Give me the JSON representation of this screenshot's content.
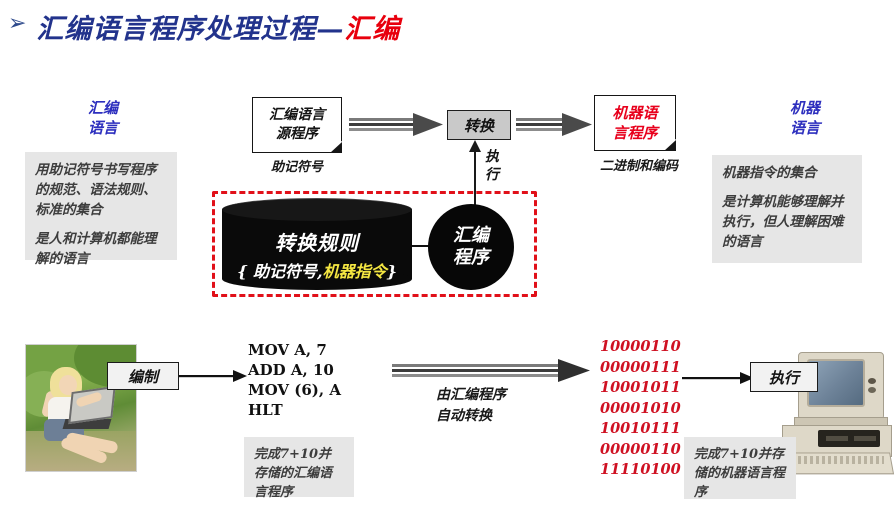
{
  "title": {
    "bullet": "➢",
    "main": "汇编语言程序处理过程—",
    "accent": "汇编",
    "accent_color": "#e8000d",
    "main_color": "#22338c"
  },
  "left_panel": {
    "heading_line1": "汇编",
    "heading_line2": "语言",
    "body_paragraph_1": "用助记符号书写程序的规范、语法规则、标准的集合",
    "body_paragraph_2": "是人和计算机都能理解的语言"
  },
  "right_panel": {
    "heading_line1": "机器",
    "heading_line2": "语言",
    "body_paragraph_1": "机器指令的集合",
    "body_paragraph_2": "是计算机能够理解并执行，但人理解困难的语言"
  },
  "flow": {
    "source_doc": {
      "line1": "汇编语言",
      "line2": "源程序",
      "caption": "助记符号"
    },
    "process_box": "转换",
    "execute_label": "执行",
    "target_doc": {
      "line1": "机器语",
      "line2": "言程序",
      "caption": "二进制和编码",
      "text_color": "#e8001c"
    }
  },
  "rules_region": {
    "border_color": "#e11019",
    "cylinder": {
      "title": "转换规则",
      "set_open": "{ 助记符号",
      "set_separator": ",",
      "set_highlight": "机器指令",
      "set_close": "}",
      "highlight_color": "#f5e742"
    },
    "circle": {
      "line1": "汇编",
      "line2": "程序"
    }
  },
  "bottom": {
    "compose_label": "编制",
    "asm_lines": [
      "MOV A, 7",
      "ADD A, 10",
      "MOV (6), A",
      "HLT"
    ],
    "asm_caption": "完成7+10并存储的汇编语言程序",
    "convert_caption_line1": "由汇编程序",
    "convert_caption_line2": "自动转换",
    "binary_lines": [
      "10000110",
      "00000111",
      "10001011",
      "00001010",
      "10010111",
      "00000110",
      "11110100"
    ],
    "binary_color": "#cf1122",
    "execute_label": "执行",
    "machine_caption": "完成7+10并存储的机器语言程序"
  }
}
